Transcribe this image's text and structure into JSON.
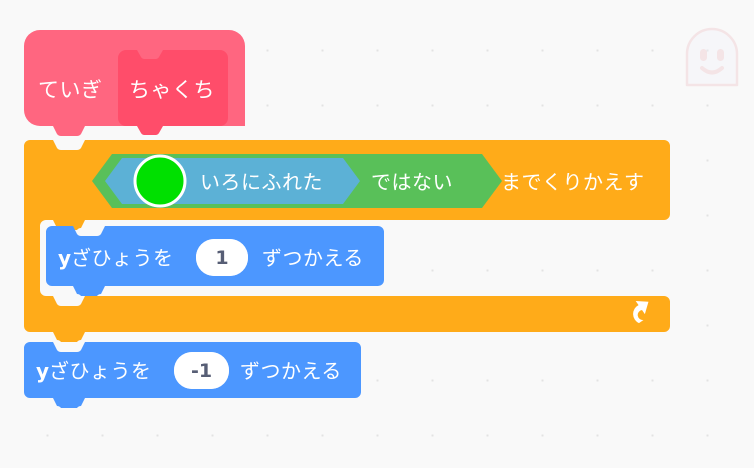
{
  "app": {
    "name": "scratch-block-editor",
    "background_color": "#f9f9f9",
    "dot_grid_color": "#e3e3e3"
  },
  "watermark": {
    "icon": "ghost-avatar-icon",
    "color": "#f0c0c4"
  },
  "script": {
    "title": "Scratch block script",
    "blocks": [
      {
        "id": "define-hat",
        "type": "define-hat",
        "category": "my-blocks",
        "color": "#ff6680",
        "label": "ていぎ",
        "prototype": {
          "label": "ちゃくち",
          "color": "#ff4d6a"
        }
      },
      {
        "id": "repeat-until",
        "type": "c-block",
        "category": "control",
        "color": "#ffab19",
        "label": "までくりかえす",
        "loop_icon": "loop-arrow-icon",
        "condition": {
          "id": "not-operator",
          "type": "boolean-operator",
          "category": "operators",
          "color": "#59c059",
          "label": "ではない",
          "operand": {
            "id": "touching-color",
            "type": "boolean-sensing",
            "category": "sensing",
            "color": "#5cb1d6",
            "label": "いろにふれた",
            "color_value": "#00e000"
          }
        },
        "body": [
          {
            "id": "change-y-by-1",
            "type": "stack-block",
            "category": "motion",
            "color": "#4c97ff",
            "label_prefix": "y",
            "label_middle": "ざひょうを",
            "value": "1",
            "label_suffix": "ずつかえる"
          }
        ]
      },
      {
        "id": "change-y-by-minus-1",
        "type": "stack-block",
        "category": "motion",
        "color": "#4c97ff",
        "label_prefix": "y",
        "label_middle": "ざひょうを",
        "value": "-1",
        "label_suffix": "ずつかえる"
      }
    ]
  },
  "labels": {
    "define": "ていぎ",
    "custom_block_name": "ちゃくち",
    "touching_color": "いろにふれた",
    "not": "ではない",
    "repeat_until": "までくりかえす",
    "change_y_prefix": "y",
    "change_y_middle": "ざひょうを",
    "change_y_suffix": "ずつかえる",
    "value_1": "1",
    "value_minus_1": "-1"
  }
}
